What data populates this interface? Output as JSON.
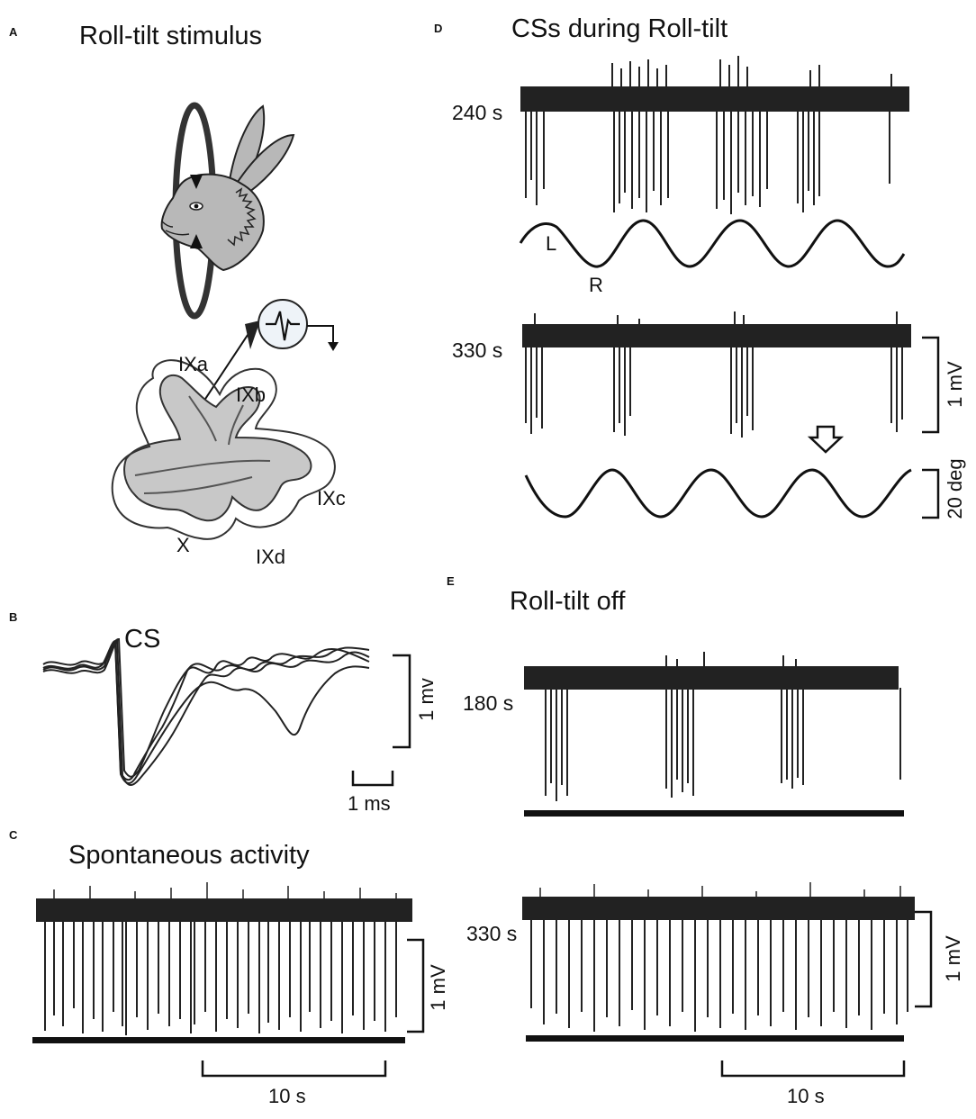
{
  "panels": {
    "A": {
      "letter": "A",
      "title": "Roll-tilt stimulus",
      "regions": {
        "ixa": "IXa",
        "ixb": "IXb",
        "ixc": "IXc",
        "ixd": "IXd",
        "x": "X"
      }
    },
    "B": {
      "letter": "B",
      "label": "CS",
      "scale_v": "1 mv",
      "scale_t": "1 ms"
    },
    "C": {
      "letter": "C",
      "title": "Spontaneous activity",
      "scale_v": "1 mV",
      "scale_t": "10 s"
    },
    "D": {
      "letter": "D",
      "title": "CSs during Roll-tilt",
      "time1": "240 s",
      "time2": "330 s",
      "left_label": "L",
      "right_label": "R",
      "scale_v": "1 mV",
      "scale_deg": "20 deg"
    },
    "E": {
      "letter": "E",
      "title": "Roll-tilt off",
      "time1": "180 s",
      "time2": "330 s",
      "scale_v": "1 mV",
      "scale_t": "10 s"
    }
  },
  "colors": {
    "trace": "#222222",
    "rabbit_fill": "#b8b8b8",
    "lobule_fill": "#c8c8c8",
    "electrode_disc": "#eef3f8"
  },
  "icons": {
    "rabbit": "rabbit-head-icon",
    "spike": "spike-icon",
    "ground": "ground-arrow-icon",
    "arrow": "down-arrow-icon"
  }
}
